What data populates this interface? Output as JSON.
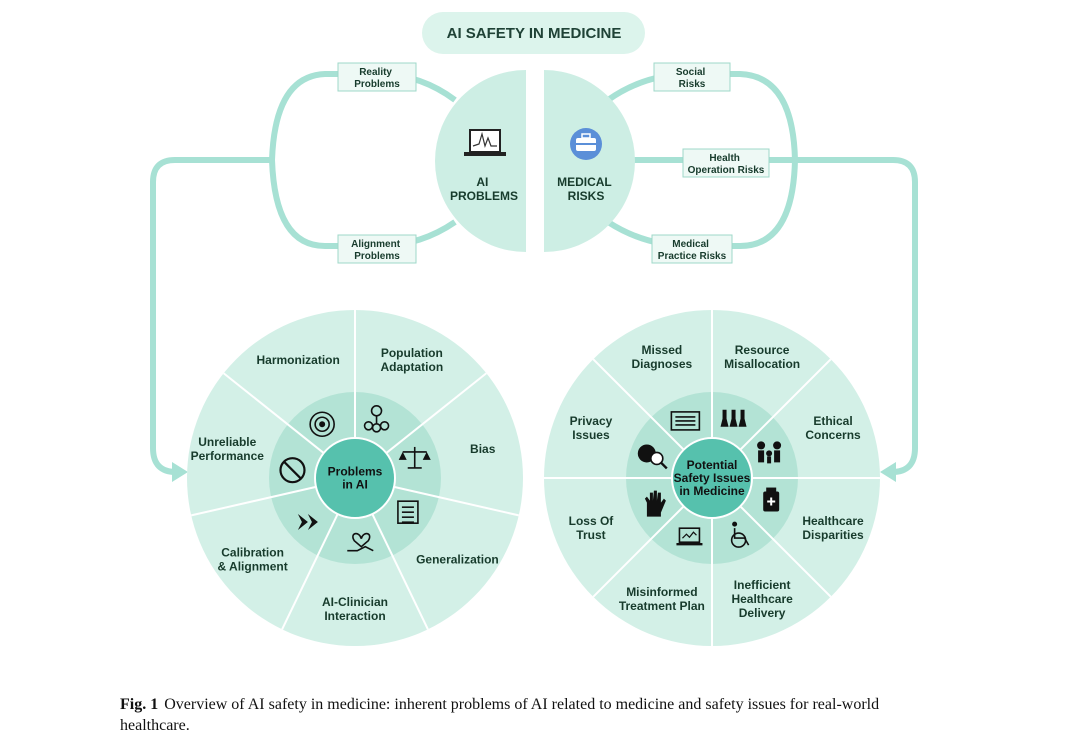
{
  "title": "AI SAFETY IN MEDICINE",
  "top_left_half": [
    "AI",
    "PROBLEMS"
  ],
  "top_right_half": [
    "MEDICAL",
    "RISKS"
  ],
  "top_left_tags": [
    [
      "Reality",
      "Problems"
    ],
    [
      "Alignment",
      "Problems"
    ]
  ],
  "top_right_tags": [
    [
      "Social",
      "Risks"
    ],
    [
      "Health",
      "Operation Risks"
    ],
    [
      "Medical",
      "Practice Risks"
    ]
  ],
  "left_wheel": {
    "center": [
      "Problems",
      "in AI"
    ],
    "sectors": [
      [
        "Population",
        "Adaptation"
      ],
      [
        "Bias"
      ],
      [
        "Generalization"
      ],
      [
        "AI-Clinician",
        "Interaction"
      ],
      [
        "Calibration",
        "& Alignment"
      ],
      [
        "Unreliable",
        "Performance"
      ],
      [
        "Harmonization"
      ]
    ],
    "icons": [
      "population-icon",
      "scales-icon",
      "document-icon",
      "heart-hand-icon",
      "arrows-icon",
      "prohibited-icon",
      "target-icon"
    ]
  },
  "right_wheel": {
    "center": [
      "Potential",
      "Safety Issues",
      "in Medicine"
    ],
    "sectors": [
      [
        "Resource",
        "Misallocation"
      ],
      [
        "Ethical",
        "Concerns"
      ],
      [
        "Healthcare",
        "Disparities"
      ],
      [
        "Inefficient",
        "Healthcare",
        "Delivery"
      ],
      [
        "Misinformed",
        "Treatment Plan"
      ],
      [
        "Loss Of",
        "Trust"
      ],
      [
        "Privacy",
        "Issues"
      ],
      [
        "Missed",
        "Diagnoses"
      ]
    ],
    "icons": [
      "lab-flasks-icon",
      "family-icon",
      "medicine-bottle-icon",
      "wheelchair-icon",
      "laptop-chart-icon",
      "hand-stop-icon",
      "magnifier-icon",
      "report-icon"
    ]
  },
  "colors": {
    "ring_outer": "#d3f0e7",
    "ring_mid": "#b3e3d5",
    "center": "#56c1ad",
    "connector": "#a7e1d4",
    "title_bg": "#dcf4ec"
  },
  "caption": {
    "label": "Fig. 1",
    "text": "Overview of AI safety in medicine: inherent problems of AI related to medicine and safety issues for real-world healthcare."
  }
}
